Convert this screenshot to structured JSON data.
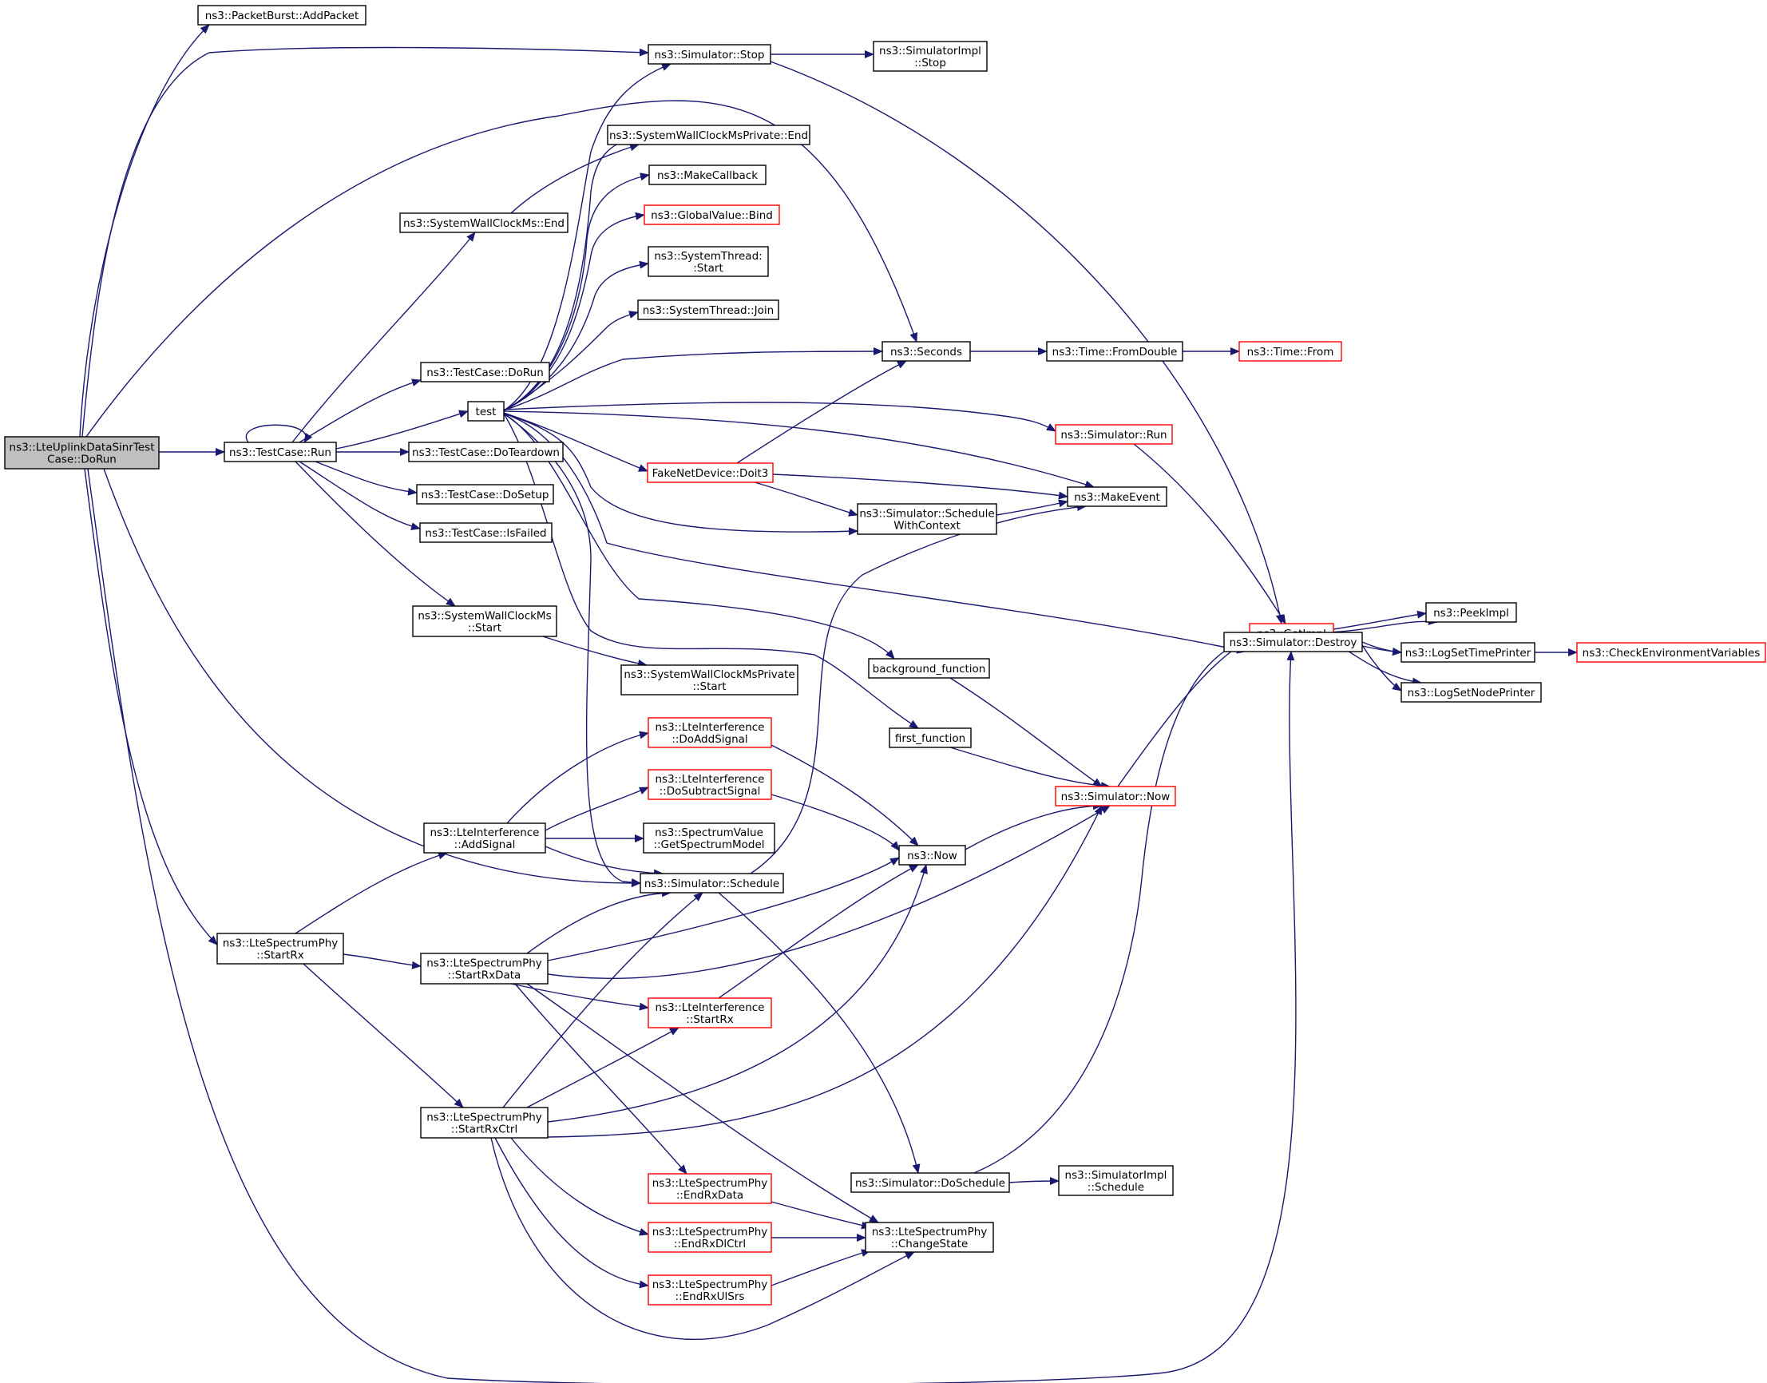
{
  "colors": {
    "edge": "#191970",
    "text": "#000000",
    "box_normal": "#000000",
    "box_truncated": "#ff0000",
    "box_root_fill": "#bfbfbf",
    "box_fill": "#ffffff"
  },
  "nodes": [
    {
      "id": "root",
      "lines": [
        "ns3::LteUplinkDataSinrTest",
        "Case::DoRun"
      ],
      "style": "root"
    },
    {
      "id": "addpacket",
      "lines": [
        "ns3::PacketBurst::AddPacket"
      ],
      "style": "normal"
    },
    {
      "id": "simstop",
      "lines": [
        "ns3::Simulator::Stop"
      ],
      "style": "normal"
    },
    {
      "id": "implstop",
      "lines": [
        "ns3::SimulatorImpl",
        "::Stop"
      ],
      "style": "normal"
    },
    {
      "id": "swcpend",
      "lines": [
        "ns3::SystemWallClockMsPrivate::End"
      ],
      "style": "normal"
    },
    {
      "id": "makecb",
      "lines": [
        "ns3::MakeCallback"
      ],
      "style": "normal"
    },
    {
      "id": "gvbind",
      "lines": [
        "ns3::GlobalValue::Bind"
      ],
      "style": "truncated"
    },
    {
      "id": "stStart",
      "lines": [
        "ns3::SystemThread:",
        ":Start"
      ],
      "style": "normal"
    },
    {
      "id": "stJoin",
      "lines": [
        "ns3::SystemThread::Join"
      ],
      "style": "normal"
    },
    {
      "id": "swcEnd",
      "lines": [
        "ns3::SystemWallClockMs::End"
      ],
      "style": "normal"
    },
    {
      "id": "seconds",
      "lines": [
        "ns3::Seconds"
      ],
      "style": "normal"
    },
    {
      "id": "fromDouble",
      "lines": [
        "ns3::Time::FromDouble"
      ],
      "style": "normal"
    },
    {
      "id": "timeFrom",
      "lines": [
        "ns3::Time::From"
      ],
      "style": "truncated"
    },
    {
      "id": "tcDoRun",
      "lines": [
        "ns3::TestCase::DoRun"
      ],
      "style": "normal"
    },
    {
      "id": "test",
      "lines": [
        "test"
      ],
      "style": "normal"
    },
    {
      "id": "simRun",
      "lines": [
        "ns3::Simulator::Run"
      ],
      "style": "truncated"
    },
    {
      "id": "tcRun",
      "lines": [
        "ns3::TestCase::Run"
      ],
      "style": "normal"
    },
    {
      "id": "tcTeardown",
      "lines": [
        "ns3::TestCase::DoTeardown"
      ],
      "style": "normal"
    },
    {
      "id": "doit3",
      "lines": [
        "FakeNetDevice::Doit3"
      ],
      "style": "truncated"
    },
    {
      "id": "makeEvent",
      "lines": [
        "ns3::MakeEvent"
      ],
      "style": "normal"
    },
    {
      "id": "tcSetup",
      "lines": [
        "ns3::TestCase::DoSetup"
      ],
      "style": "normal"
    },
    {
      "id": "schedCtx",
      "lines": [
        "ns3::Simulator::Schedule",
        "WithContext"
      ],
      "style": "normal"
    },
    {
      "id": "tcFailed",
      "lines": [
        "ns3::TestCase::IsFailed"
      ],
      "style": "normal"
    },
    {
      "id": "getImpl",
      "lines": [
        "ns3::GetImpl"
      ],
      "style": "truncated"
    },
    {
      "id": "peekImpl",
      "lines": [
        "ns3::PeekImpl"
      ],
      "style": "normal"
    },
    {
      "id": "simDestroy",
      "lines": [
        "ns3::Simulator::Destroy"
      ],
      "style": "normal"
    },
    {
      "id": "logTime",
      "lines": [
        "ns3::LogSetTimePrinter"
      ],
      "style": "normal"
    },
    {
      "id": "checkEnv",
      "lines": [
        "ns3::CheckEnvironmentVariables"
      ],
      "style": "truncated"
    },
    {
      "id": "logNode",
      "lines": [
        "ns3::LogSetNodePrinter"
      ],
      "style": "normal"
    },
    {
      "id": "swcStart",
      "lines": [
        "ns3::SystemWallClockMs",
        "::Start"
      ],
      "style": "normal"
    },
    {
      "id": "swcpStart",
      "lines": [
        "ns3::SystemWallClockMsPrivate",
        "::Start"
      ],
      "style": "normal"
    },
    {
      "id": "bgFunc",
      "lines": [
        "background_function"
      ],
      "style": "normal"
    },
    {
      "id": "firstFunc",
      "lines": [
        "first_function"
      ],
      "style": "normal"
    },
    {
      "id": "liDoAdd",
      "lines": [
        "ns3::LteInterference",
        "::DoAddSignal"
      ],
      "style": "truncated"
    },
    {
      "id": "liDoSub",
      "lines": [
        "ns3::LteInterference",
        "::DoSubtractSignal"
      ],
      "style": "truncated"
    },
    {
      "id": "simNow",
      "lines": [
        "ns3::Simulator::Now"
      ],
      "style": "truncated"
    },
    {
      "id": "liAdd",
      "lines": [
        "ns3::LteInterference",
        "::AddSignal"
      ],
      "style": "normal"
    },
    {
      "id": "svGetModel",
      "lines": [
        "ns3::SpectrumValue",
        "::GetSpectrumModel"
      ],
      "style": "normal"
    },
    {
      "id": "now",
      "lines": [
        "ns3::Now"
      ],
      "style": "normal"
    },
    {
      "id": "simSchedule",
      "lines": [
        "ns3::Simulator::Schedule"
      ],
      "style": "normal"
    },
    {
      "id": "lspStartRx",
      "lines": [
        "ns3::LteSpectrumPhy",
        "::StartRx"
      ],
      "style": "normal"
    },
    {
      "id": "lspStartRxData",
      "lines": [
        "ns3::LteSpectrumPhy",
        "::StartRxData"
      ],
      "style": "normal"
    },
    {
      "id": "liStartRx",
      "lines": [
        "ns3::LteInterference",
        "::StartRx"
      ],
      "style": "truncated"
    },
    {
      "id": "lspStartRxCtrl",
      "lines": [
        "ns3::LteSpectrumPhy",
        "::StartRxCtrl"
      ],
      "style": "normal"
    },
    {
      "id": "simDoSchedule",
      "lines": [
        "ns3::Simulator::DoSchedule"
      ],
      "style": "normal"
    },
    {
      "id": "implSchedule",
      "lines": [
        "ns3::SimulatorImpl",
        "::Schedule"
      ],
      "style": "normal"
    },
    {
      "id": "lspEndRxData",
      "lines": [
        "ns3::LteSpectrumPhy",
        "::EndRxData"
      ],
      "style": "truncated"
    },
    {
      "id": "lspChange",
      "lines": [
        "ns3::LteSpectrumPhy",
        "::ChangeState"
      ],
      "style": "normal"
    },
    {
      "id": "lspEndRxDl",
      "lines": [
        "ns3::LteSpectrumPhy",
        "::EndRxDlCtrl"
      ],
      "style": "truncated"
    },
    {
      "id": "lspEndRxUl",
      "lines": [
        "ns3::LteSpectrumPhy",
        "::EndRxUlSrs"
      ],
      "style": "truncated"
    }
  ]
}
